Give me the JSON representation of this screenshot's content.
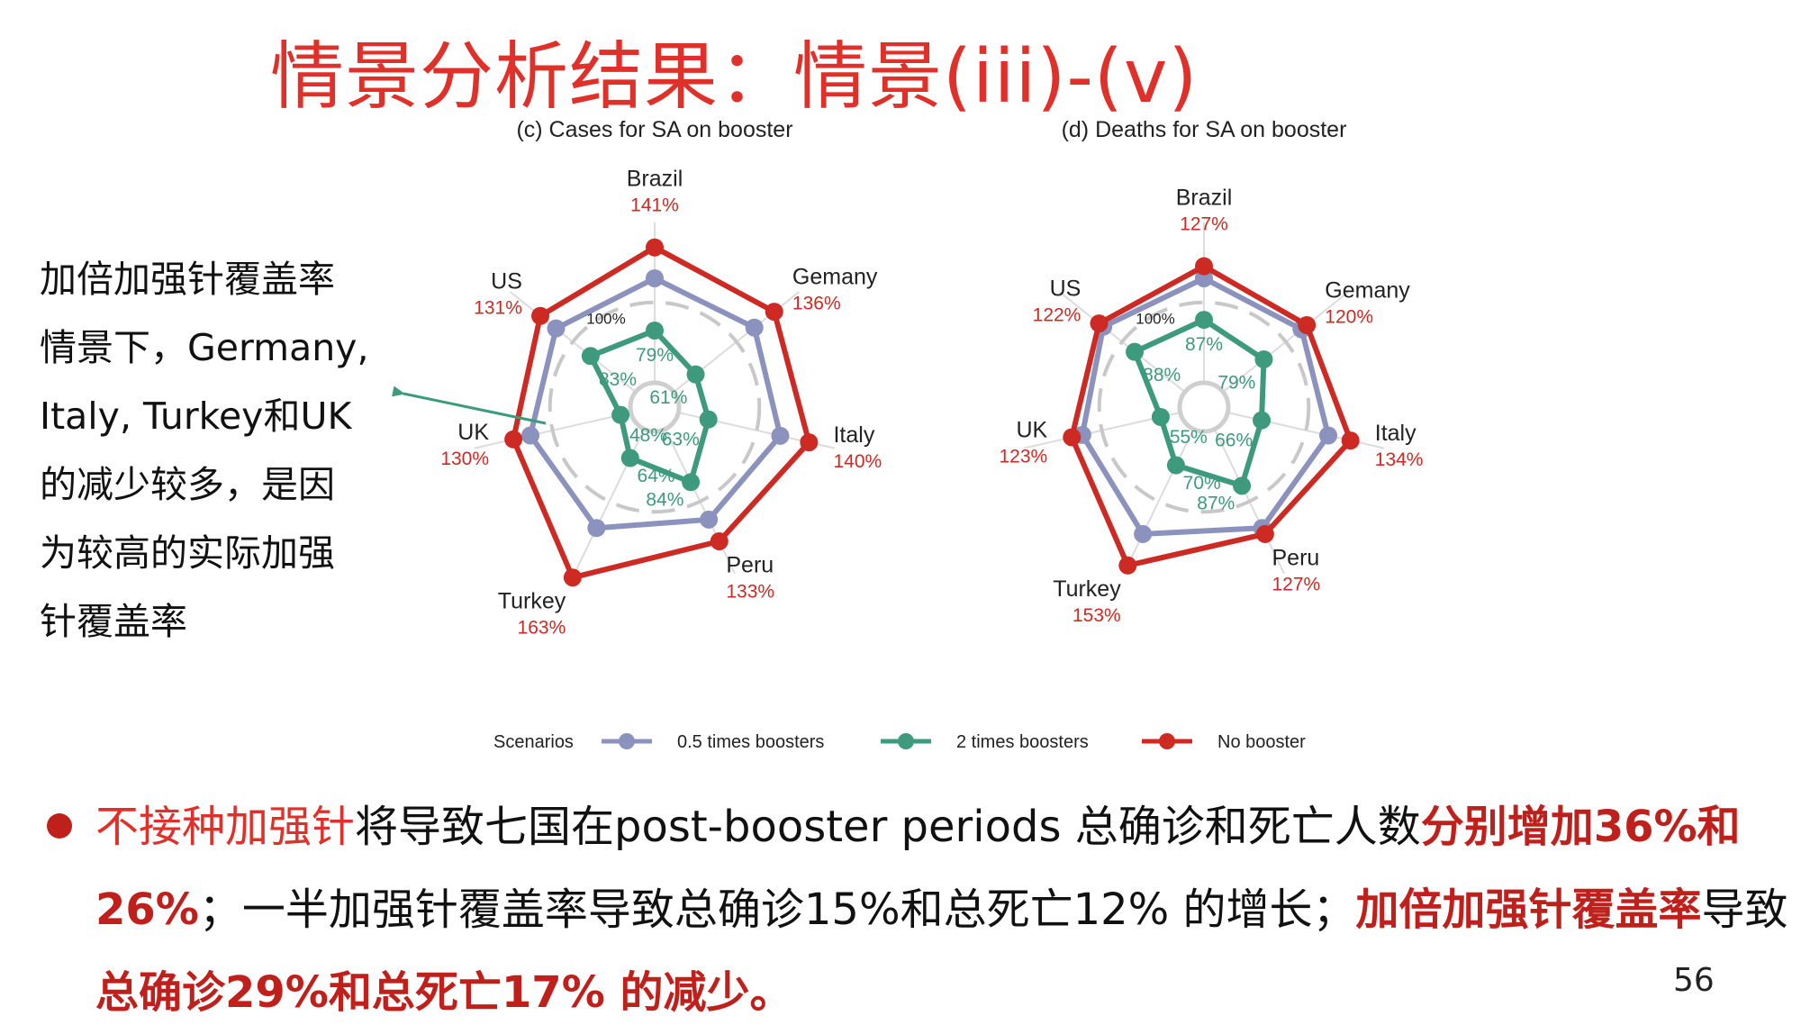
{
  "slide": {
    "title": "情景分析结果：情景(iii)-(v)",
    "side_note": [
      "加倍加强针覆盖率",
      "情景下，Germany,",
      "Italy, Turkey和UK",
      "的减少较多，是因",
      "为较高的实际加强",
      "针覆盖率"
    ],
    "bullet": {
      "p1": "不接种加强针",
      "p2": "将导致七国在post-booster periods 总确诊和死亡人数",
      "p3": "分别增加36%和26%",
      "p4": "；一半加强针覆盖率导致总确诊15%和总死亡12% 的增长；",
      "p5": "加倍加强针覆盖率",
      "p6": "导致",
      "p7": "总确诊29%和总死亡17% 的减少。"
    },
    "page_number": "56",
    "colors": {
      "title": "#e0302a",
      "emphasis": "#c0201b",
      "arrow": "#3d9a7c"
    }
  },
  "legend": {
    "title": "Scenarios",
    "items": [
      "0.5 times boosters",
      "2 times boosters",
      "No booster"
    ]
  },
  "chart_data": [
    {
      "type": "radar",
      "title": "(c) Cases for SA on booster",
      "axes": [
        "Brazil",
        "Gemany",
        "Italy",
        "Peru",
        "Turkey",
        "UK",
        "US"
      ],
      "reference_label": "100%",
      "series": [
        {
          "name": "0.5 times boosters",
          "color": "#8a92bd",
          "values": [
            118,
            117,
            118,
            115,
            122,
            117,
            116
          ]
        },
        {
          "name": "2 times boosters",
          "color": "#3d9a7c",
          "values": [
            79,
            61,
            63,
            84,
            64,
            48,
            83
          ]
        },
        {
          "name": "No booster",
          "color": "#cc2a23",
          "values": [
            141,
            136,
            140,
            133,
            163,
            130,
            131
          ]
        }
      ],
      "value_labels": {
        "No booster": [
          "141%",
          "136%",
          "140%",
          "133%",
          "163%",
          "130%",
          "131%"
        ],
        "2 times boosters": [
          "79%",
          "61%",
          "63%",
          "84%",
          "64%",
          "48%",
          "83%"
        ]
      }
    },
    {
      "type": "radar",
      "title": "(d) Deaths for SA on booster",
      "axes": [
        "Brazil",
        "Gemany",
        "Italy",
        "Peru",
        "Turkey",
        "UK",
        "US"
      ],
      "reference_label": "100%",
      "series": [
        {
          "name": "0.5 times boosters",
          "color": "#8a92bd",
          "values": [
            118,
            115,
            117,
            122,
            127,
            115,
            118
          ]
        },
        {
          "name": "2 times boosters",
          "color": "#3d9a7c",
          "values": [
            87,
            79,
            66,
            87,
            70,
            55,
            88
          ]
        },
        {
          "name": "No booster",
          "color": "#cc2a23",
          "values": [
            127,
            120,
            134,
            127,
            153,
            123,
            122
          ]
        }
      ],
      "value_labels": {
        "No booster": [
          "127%",
          "120%",
          "134%",
          "127%",
          "153%",
          "123%",
          "122%"
        ],
        "2 times boosters": [
          "87%",
          "79%",
          "66%",
          "87%",
          "70%",
          "55%",
          "88%"
        ]
      }
    }
  ]
}
